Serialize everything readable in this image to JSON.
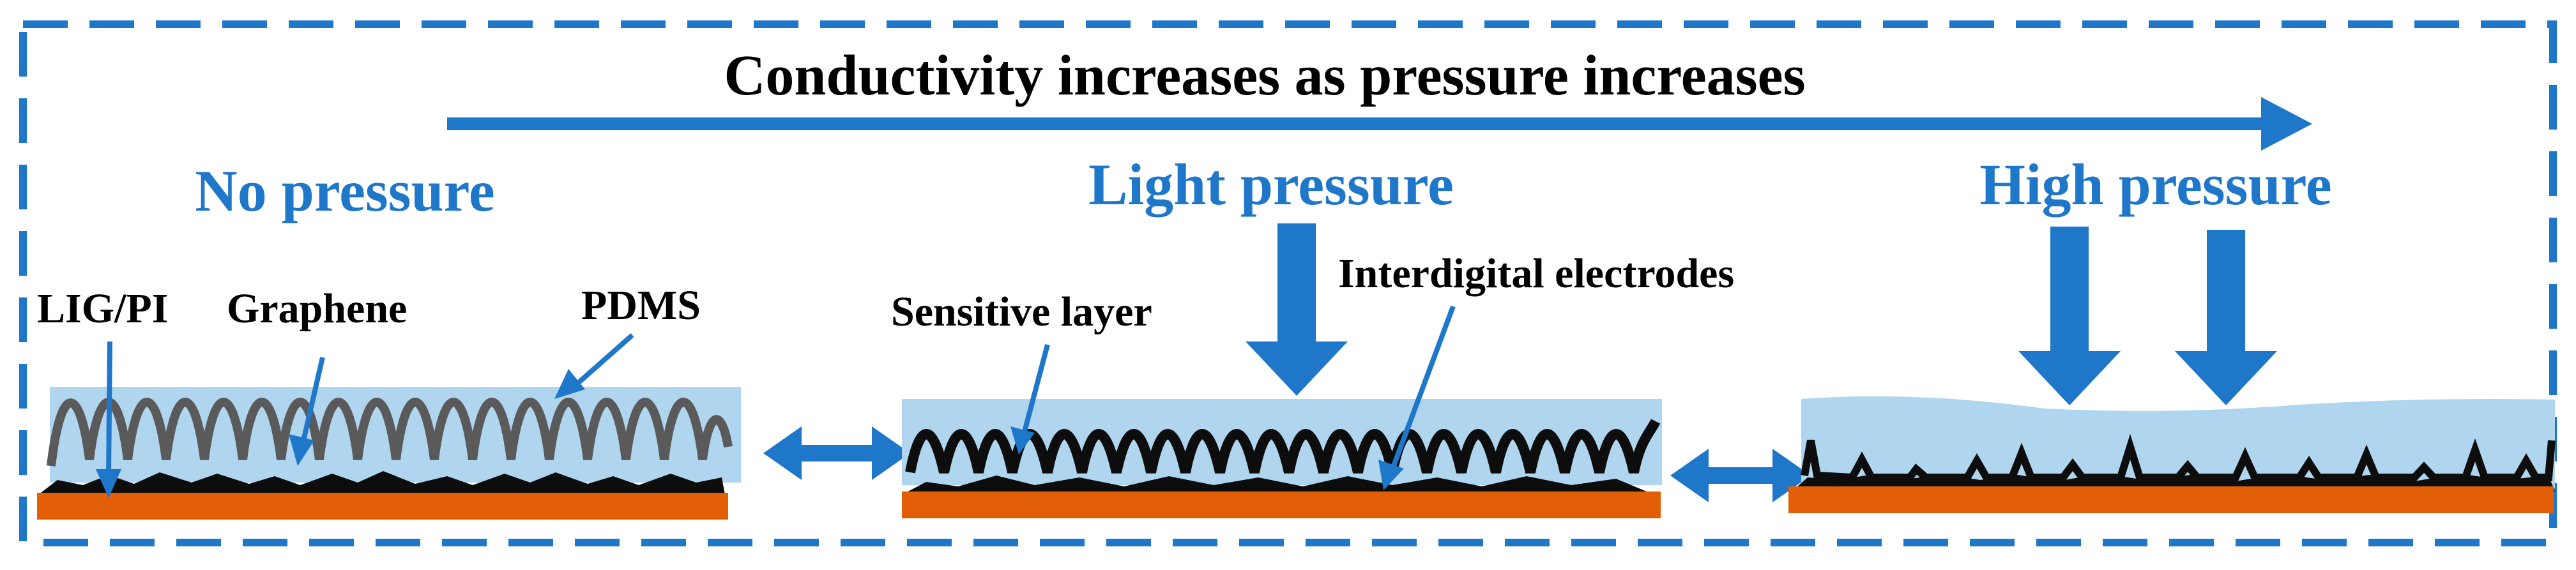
{
  "header": {
    "title": "Conductivity increases as pressure increases"
  },
  "stages": [
    {
      "title": "No pressure"
    },
    {
      "title": "Light pressure"
    },
    {
      "title": "High pressure"
    }
  ],
  "labels": {
    "lig_pi": "LIG/PI",
    "graphene": "Graphene",
    "pdms": "PDMS",
    "sensitive_layer": "Sensitive layer",
    "interdigital_electrodes": "Interdigital electrodes"
  },
  "colors": {
    "accent_blue": "#1f77c9",
    "pdms_fill": "#b0d6ef",
    "substrate_orange": "#e35f07",
    "graphene_gray": "#5a5a5a",
    "lig_black": "#0d0d0d"
  },
  "icons": {
    "border": "dashed-frame",
    "pressure": "down-arrow-icon",
    "transition": "double-arrow-icon"
  }
}
